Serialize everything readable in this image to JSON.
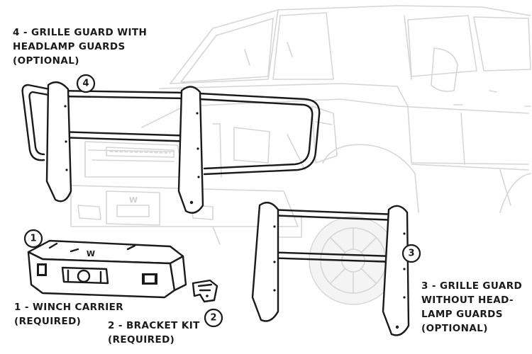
{
  "callouts": [
    {
      "num": "1"
    },
    {
      "num": "2"
    },
    {
      "num": "3"
    },
    {
      "num": "4"
    }
  ],
  "labels": {
    "grille_headlamp": [
      "4 - GRILLE GUARD WITH",
      "HEADLAMP GUARDS",
      "(OPTIONAL)"
    ],
    "winch_carrier": [
      "1 - WINCH CARRIER",
      "(REQUIRED)"
    ],
    "bracket_kit": [
      "2 - BRACKET KIT",
      "(REQUIRED)"
    ],
    "grille_no_headlamp": [
      "3 - GRILLE GUARD",
      "WITHOUT HEAD-",
      "LAMP GUARDS",
      "(OPTIONAL)"
    ]
  },
  "colors": {
    "line": "#1a1a1a",
    "truck_line": "#d6d6d6",
    "background": "#ffffff"
  }
}
